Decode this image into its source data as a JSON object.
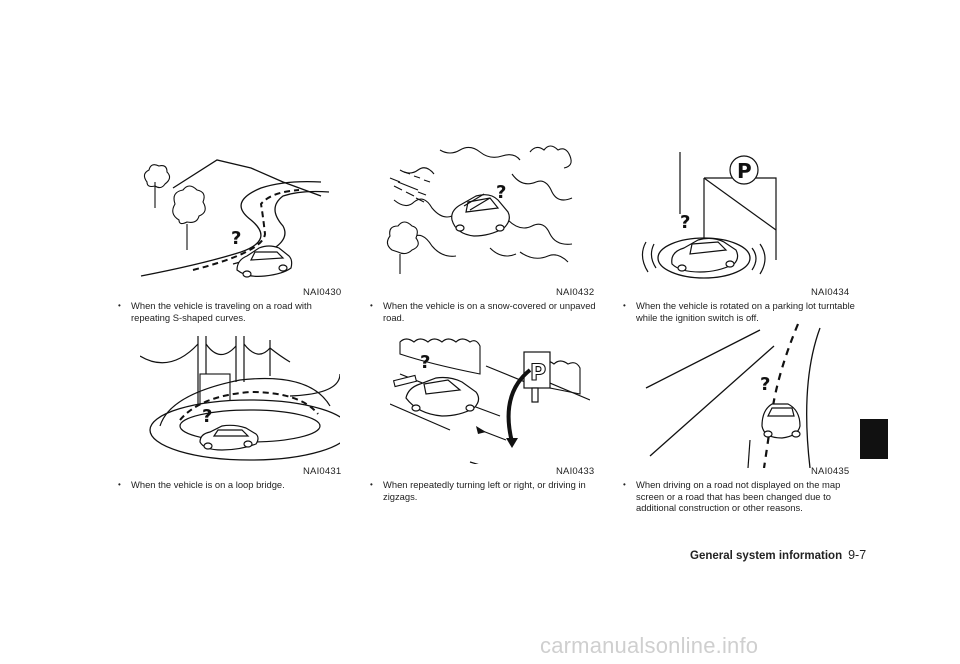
{
  "figures": [
    {
      "code": "NAI0430",
      "caption": "When the vehicle is traveling on a road with repeating S-shaped curves."
    },
    {
      "code": "NAI0431",
      "caption": "When the vehicle is on a loop bridge."
    },
    {
      "code": "NAI0432",
      "caption": "When the vehicle is on a snow-covered or unpaved road."
    },
    {
      "code": "NAI0433",
      "caption": "When repeatedly turning left or right, or driving in zigzags."
    },
    {
      "code": "NAI0434",
      "caption": "When the vehicle is rotated on a parking lot turntable while the ignition switch is off."
    },
    {
      "code": "NAI0435",
      "caption": "When driving on a road not displayed on the map screen or a road that has been changed due to additional construction or other reasons."
    }
  ],
  "bullet_symbol": "•",
  "question_mark": "?",
  "parking_sign": "P",
  "footer": {
    "section": "General system information",
    "page": "9-7"
  },
  "watermark": "carmanualsonline.info",
  "tab_color": "#111111"
}
